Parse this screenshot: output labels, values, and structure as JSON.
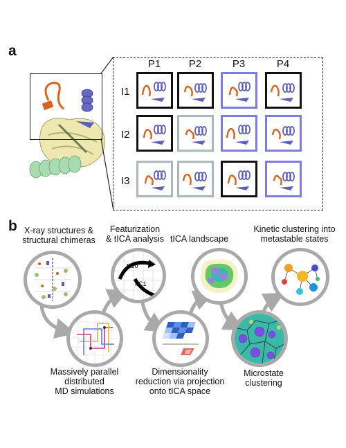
{
  "panel_a": {
    "letter": "a",
    "columns": [
      "P1",
      "P2",
      "P3",
      "P4"
    ],
    "rows": [
      "I1",
      "I2",
      "I3"
    ],
    "colors": {
      "black": "#111111",
      "grey": "#a9b9b9",
      "blue": "#7b7be0",
      "orange": "#d9621c",
      "helix": "#5d5dba",
      "sheet": "#e8e4a8",
      "green": "#9ed8a8"
    },
    "grid_borders": [
      [
        "black",
        "black",
        "blue",
        "black"
      ],
      [
        "black",
        "grey",
        "blue",
        "blue"
      ],
      [
        "grey",
        "grey",
        "black",
        "blue"
      ]
    ]
  },
  "panel_b": {
    "letter": "b",
    "captions": {
      "xray": [
        "X-ray structures &",
        "structural chimeras"
      ],
      "featurization": [
        "Featurization",
        "& tICA analysis"
      ],
      "tica_landscape": [
        "tICA landscape"
      ],
      "kinetic": [
        "Kinetic clustering into",
        "metastable states"
      ],
      "md": [
        "Massively parallel",
        "distributed",
        "MD simulations"
      ],
      "dimred": [
        "Dimensionality",
        "reduction via projection",
        "onto tICA space"
      ],
      "microstate": [
        "Microstate",
        "clustering"
      ]
    },
    "tic_labels": {
      "tic0": "tIC0",
      "tic1": "tIC1"
    }
  }
}
